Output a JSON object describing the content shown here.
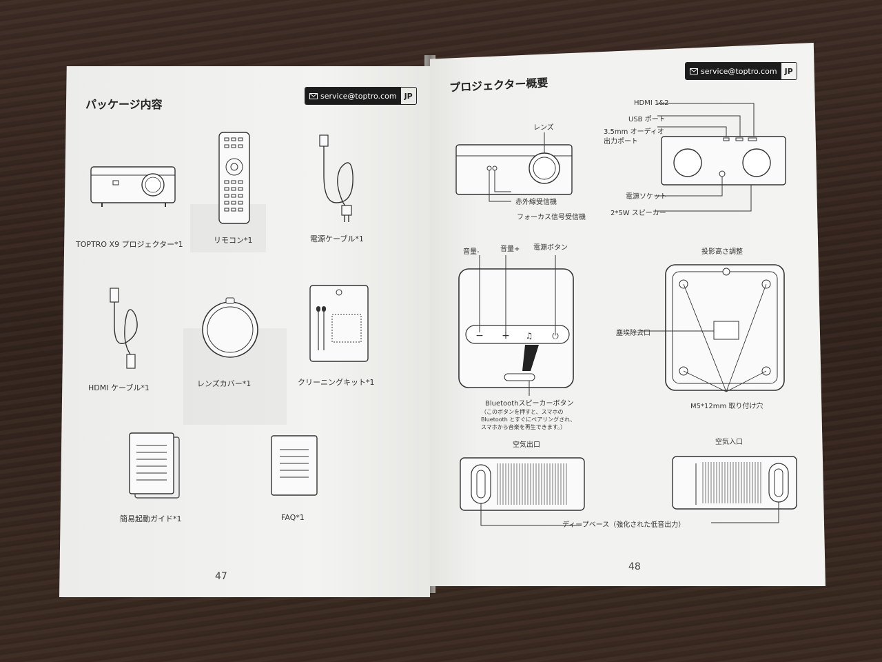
{
  "left_page": {
    "title": "パッケージ内容",
    "email": "service@toptro.com",
    "lang": "JP",
    "items": [
      "TOPTRO X9 プロジェクター*1",
      "リモコン*1",
      "電源ケーブル*1",
      "HDMI ケーブル*1",
      "レンズカバー*1",
      "クリーニングキット*1",
      "簡易起動ガイド*1",
      "FAQ*1"
    ],
    "page_number": "47"
  },
  "right_page": {
    "title": "プロジェクター概要",
    "email": "service@toptro.com",
    "lang": "JP",
    "front": {
      "lens": "レンズ",
      "ir": "赤外線受信機",
      "focus": "フォーカス信号受信機"
    },
    "back": {
      "hdmi": "HDMI 1&2",
      "usb": "USB ポート",
      "audio_line1": "3.5mm オーディオ",
      "audio_line2": "出力ポート",
      "power_socket": "電源ソケット",
      "speaker": "2*5W スピーカー"
    },
    "top": {
      "vol_down": "音量-",
      "vol_up": "音量+",
      "power": "電源ボタン",
      "bt_button": "Bluetoothスピーカーボタン",
      "bt_note_1": "（このボタンを押すと、スマホの",
      "bt_note_2": "Bluetooth とすぐにペアリングされ、",
      "bt_note_3": "スマホから音楽を再生できます。）"
    },
    "bottom": {
      "height_adjust": "投影高さ調整",
      "dust": "塵埃除去口",
      "mount": "M5*12mm 取り付け穴"
    },
    "sides": {
      "outlet": "空気出口",
      "inlet": "空気入口",
      "bass": "ディープベース（強化された低音出力）"
    },
    "page_number": "48"
  },
  "colors": {
    "page": "#f2f2f0",
    "ink": "#333333",
    "badge": "#1c1c1c",
    "table": "#35251e"
  },
  "icons": [
    "mail-icon",
    "remote-icon",
    "power-cable-icon",
    "hdmi-cable-icon",
    "lens-cover-icon",
    "cleaning-kit-icon",
    "guide-icon",
    "faq-icon",
    "music-note-icon",
    "power-icon"
  ]
}
